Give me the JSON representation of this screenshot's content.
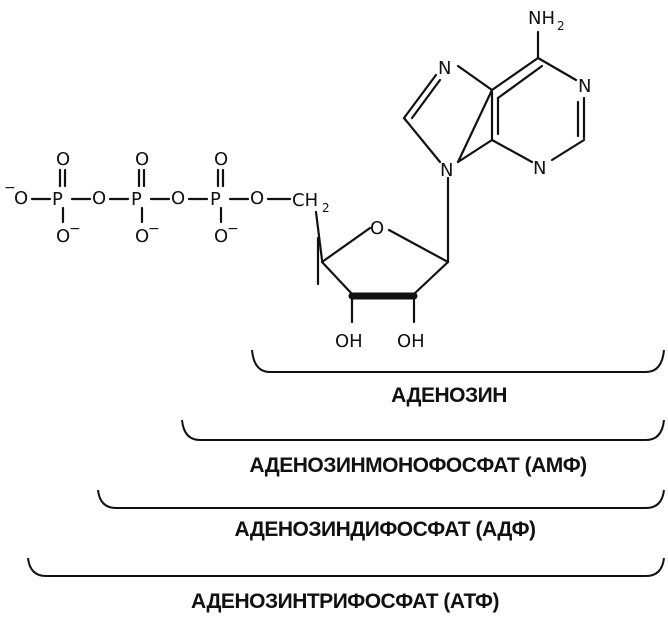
{
  "molecule": {
    "phosphate_atoms": {
      "o": "O",
      "p": "P",
      "charge": "−"
    },
    "ch2": {
      "c": "CH",
      "sub": "2"
    },
    "ring_oxygen": "O",
    "hydroxyls": [
      "OH",
      "OH"
    ],
    "adenine": {
      "n": "N",
      "nh": "NH",
      "nh_sub": "2"
    }
  },
  "brackets": [
    {
      "label": "АДЕНОЗИН"
    },
    {
      "label": "АДЕНОЗИНМОНОФОСФАТ (АМФ)"
    },
    {
      "label": "АДЕНОЗИНДИФОСФАТ (АДФ)"
    },
    {
      "label": "АДЕНОЗИНТРИФОСФАТ (АТФ)"
    }
  ]
}
